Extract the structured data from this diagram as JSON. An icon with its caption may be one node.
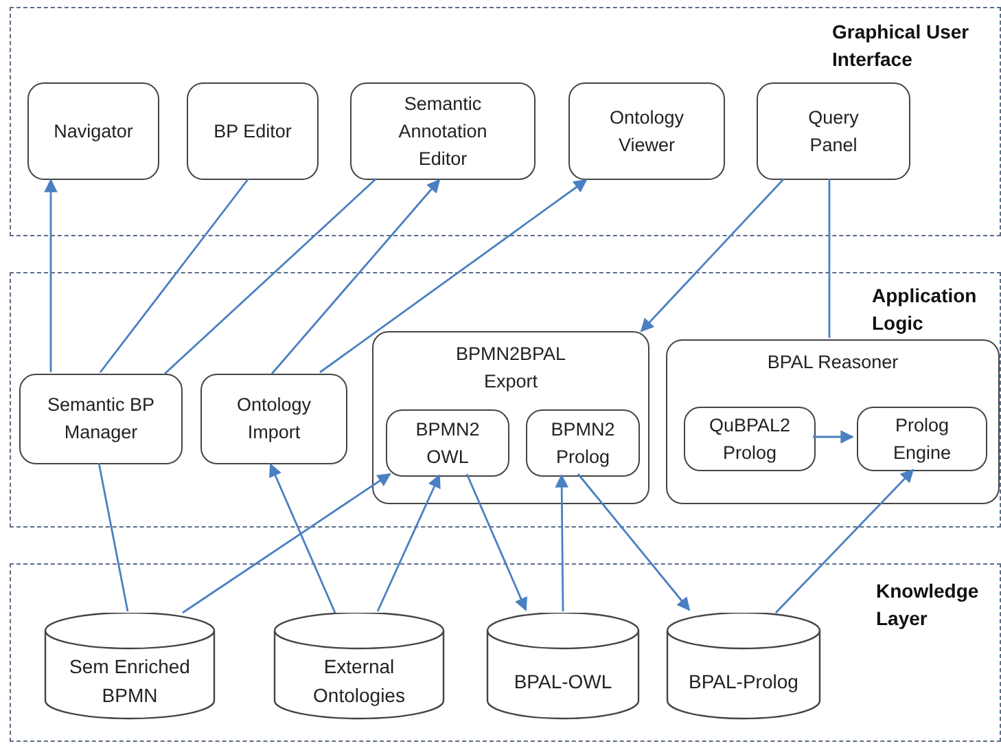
{
  "diagram": {
    "nodes": [
      {
        "text": [
          "Graphical User Interface"
        ]
      },
      {
        "text": [
          "Navigator"
        ],
        "in": 0
      },
      {
        "text": [
          "BP Editor"
        ],
        "in": 0
      },
      {
        "text": [
          "Semantic Annotation Editor"
        ],
        "in": 0
      },
      {
        "text": [
          "Ontology Viewer"
        ],
        "in": 0
      },
      {
        "text": [
          "Query Panel"
        ],
        "in": 0
      },
      {
        "text": [
          "Application Logic"
        ]
      },
      {
        "text": [
          "Semantic BP Manager"
        ],
        "in": 6
      },
      {
        "text": [
          "Ontology Import"
        ],
        "in": 6
      },
      {
        "text": [
          "BPMN2BPAL Export"
        ],
        "in": 6
      },
      {
        "text": [
          "BPMN2 OWL"
        ],
        "in": 9
      },
      {
        "text": [
          "BPMN2 Prolog"
        ],
        "in": 9
      },
      {
        "text": [
          "BPAL Reasoner"
        ],
        "in": 6
      },
      {
        "text": [
          "QuBPAL2 Prolog"
        ],
        "in": 12
      },
      {
        "text": [
          "Prolog Engine"
        ],
        "in": 12
      },
      {
        "text": [
          "Knowledge Layer"
        ]
      },
      {
        "text": [
          "Sem Enriched BPMN"
        ],
        "in": 15
      },
      {
        "text": [
          "External Ontologies"
        ],
        "in": 15
      },
      {
        "text": [
          "BPAL-OWL"
        ],
        "in": 15
      },
      {
        "text": [
          "BPAL-Prolog"
        ],
        "in": 15
      }
    ],
    "edges": [
      {
        "from": 7,
        "to": 1,
        "arrow": "to"
      },
      {
        "from": 7,
        "to": 2,
        "arrow": "none"
      },
      {
        "from": 7,
        "to": 3,
        "arrow": "none"
      },
      {
        "from": 8,
        "to": 3,
        "arrow": "to"
      },
      {
        "from": 8,
        "to": 4,
        "arrow": "to"
      },
      {
        "from": 5,
        "to": 9,
        "arrow": "to"
      },
      {
        "from": 5,
        "to": 12,
        "arrow": "none"
      },
      {
        "from": 13,
        "to": 14,
        "arrow": "to"
      },
      {
        "from": 7,
        "to": 16,
        "arrow": "none"
      },
      {
        "from": 17,
        "to": 8,
        "arrow": "to"
      },
      {
        "from": 16,
        "to": 10,
        "arrow": "to"
      },
      {
        "from": 17,
        "to": 10,
        "arrow": "to"
      },
      {
        "from": 10,
        "to": 18,
        "arrow": "to"
      },
      {
        "from": 18,
        "to": 11,
        "arrow": "to"
      },
      {
        "from": 11,
        "to": 19,
        "arrow": "to"
      },
      {
        "from": 19,
        "to": 14,
        "arrow": "to"
      }
    ]
  }
}
